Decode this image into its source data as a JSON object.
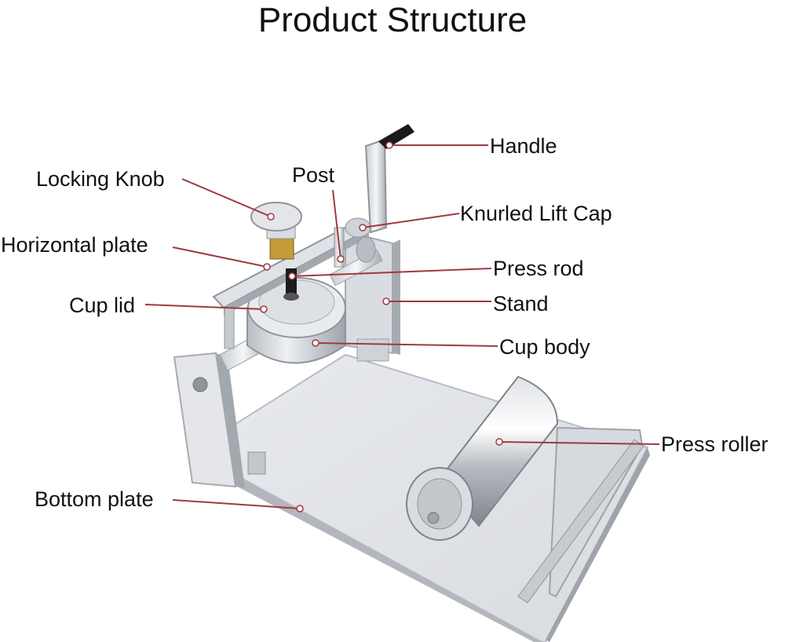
{
  "title": "Product Structure",
  "labels": {
    "handle": "Handle",
    "locking_knob": "Locking Knob",
    "post": "Post",
    "knurled_lift_cap": "Knurled Lift Cap",
    "horizontal_plate": "Horizontal plate",
    "press_rod": "Press rod",
    "cup_lid": "Cup lid",
    "stand": "Stand",
    "cup_body": "Cup body",
    "press_roller": "Press roller",
    "bottom_plate": "Bottom plate"
  },
  "colors": {
    "leader_line": "#9e3a40",
    "metal_light": "#eef0f3",
    "metal_mid": "#c9ccd1",
    "metal_dark": "#8f949b",
    "brass": "#c49a3a",
    "grip": "#1a1a1a"
  }
}
